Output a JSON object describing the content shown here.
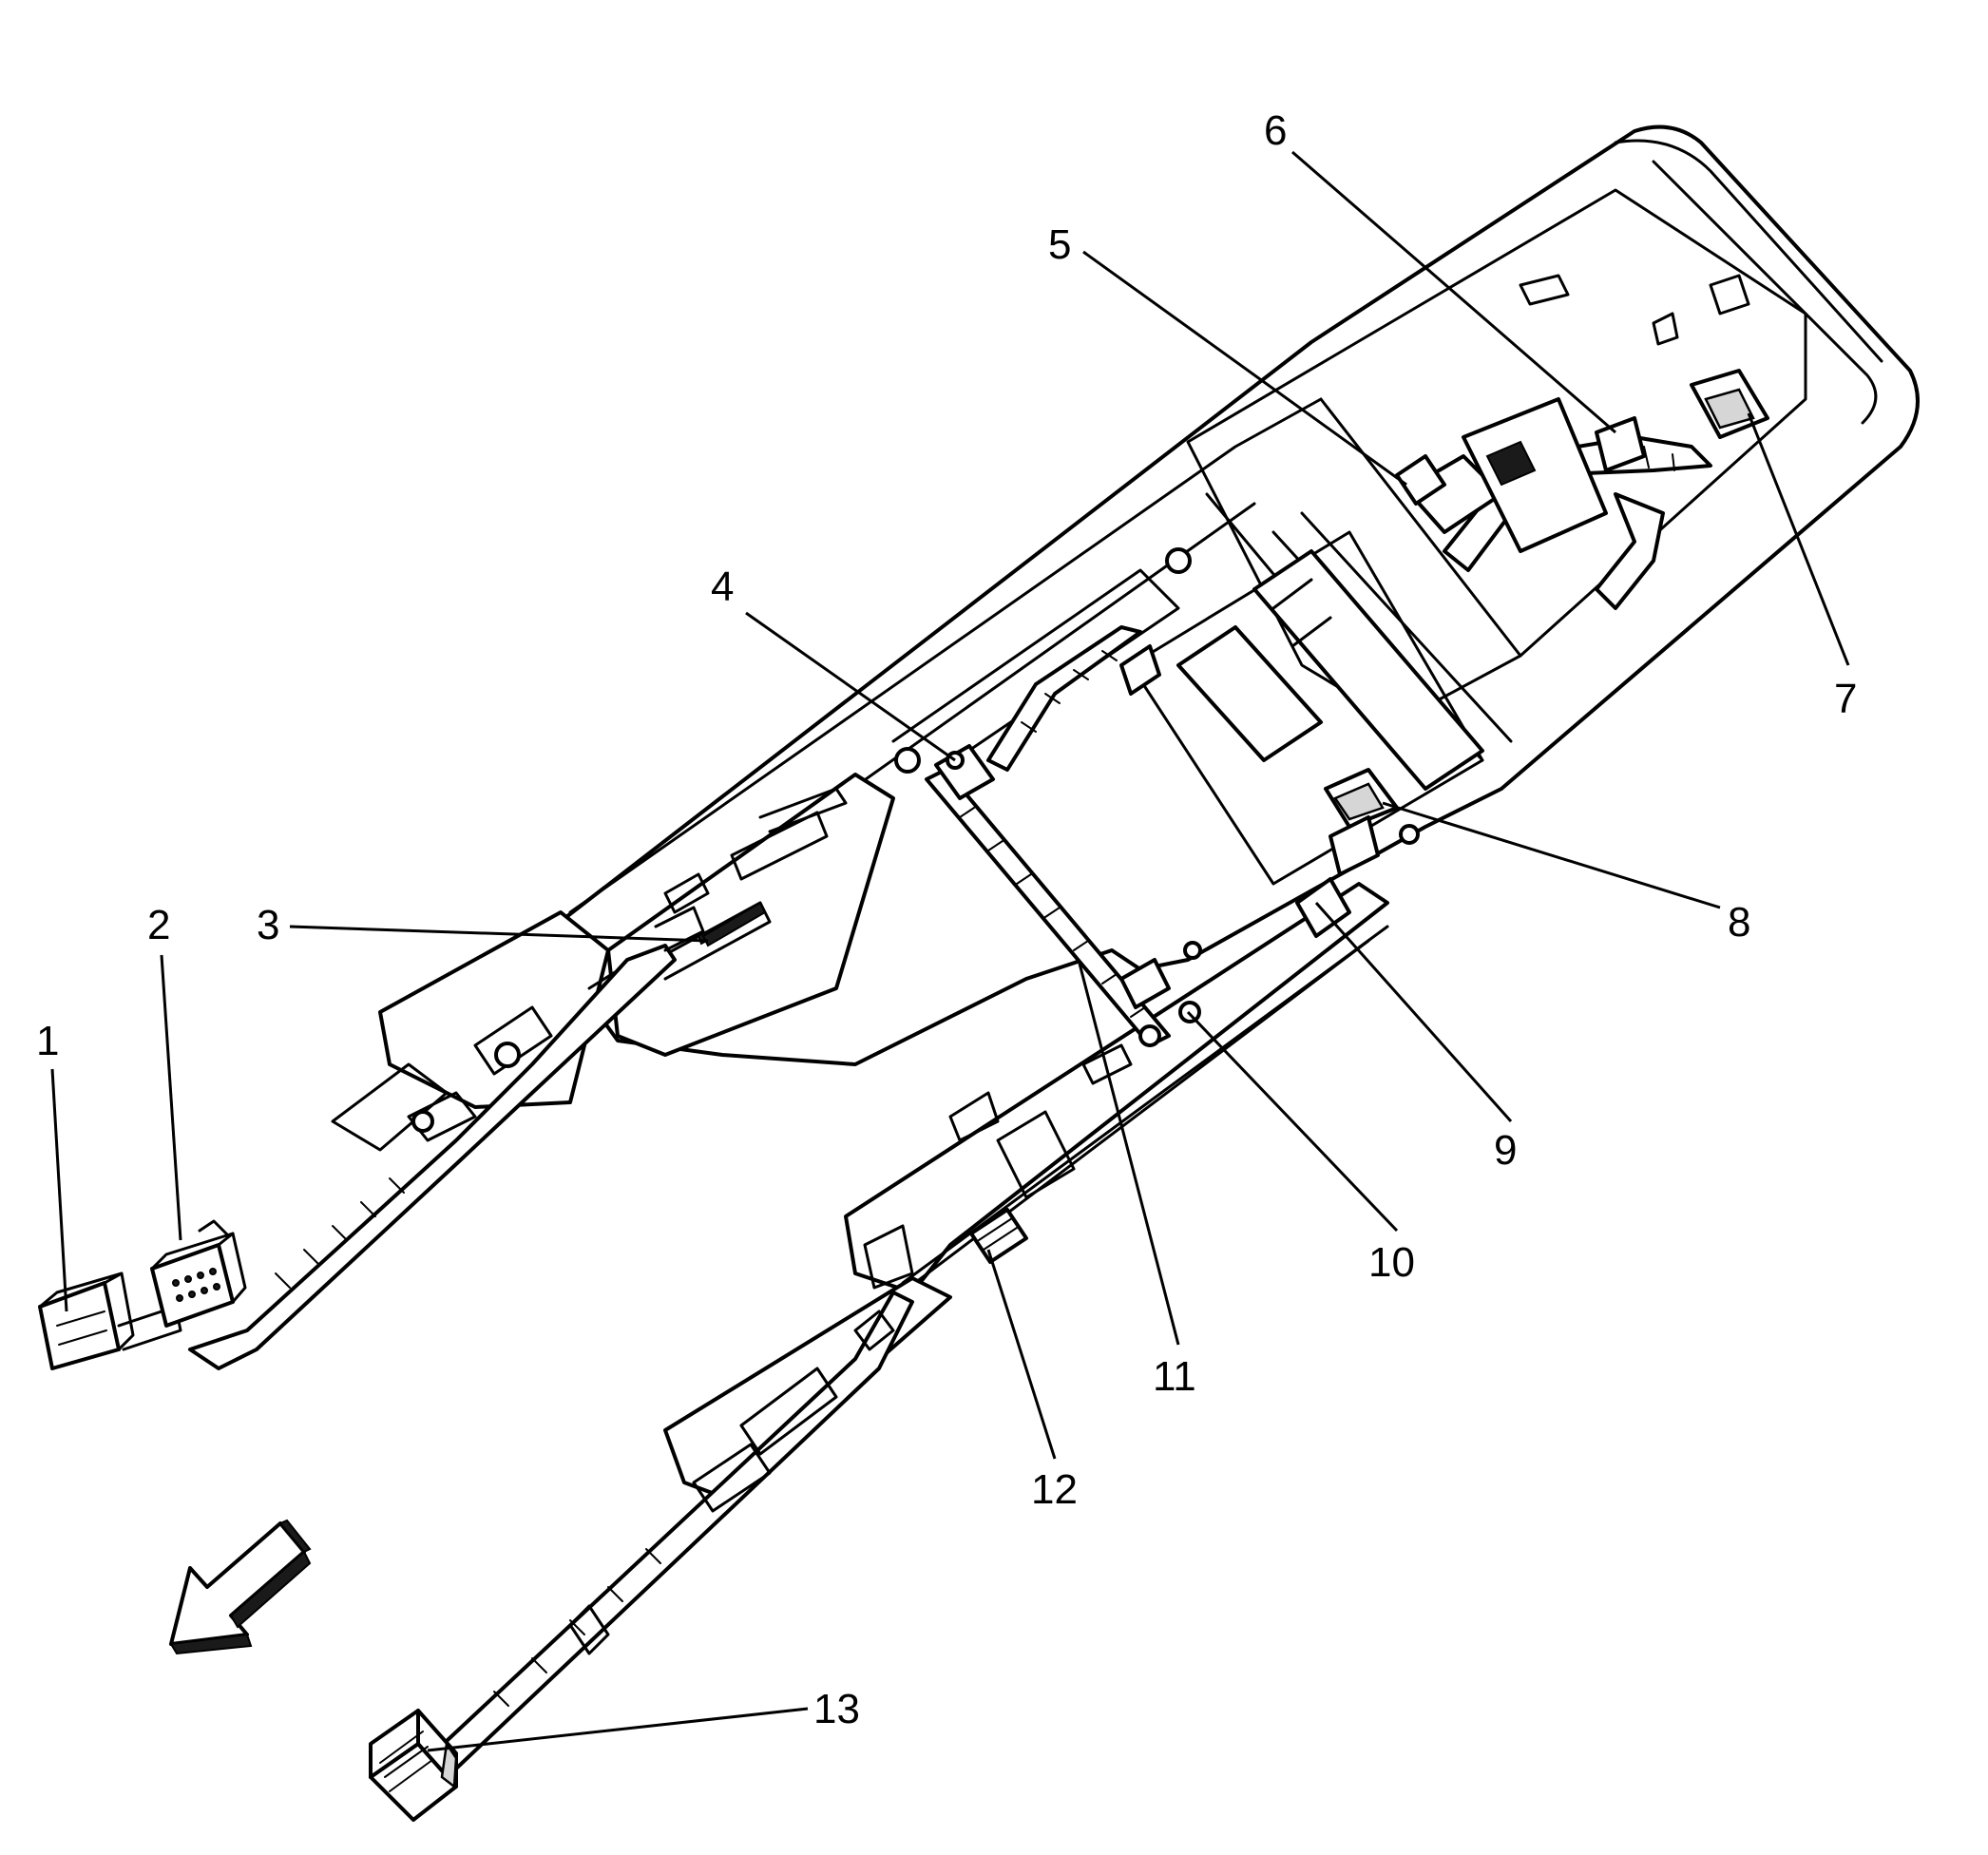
{
  "diagram": {
    "callouts": [
      {
        "id": "1",
        "label": "1"
      },
      {
        "id": "2",
        "label": "2"
      },
      {
        "id": "3",
        "label": "3"
      },
      {
        "id": "4",
        "label": "4"
      },
      {
        "id": "5",
        "label": "5"
      },
      {
        "id": "6",
        "label": "6"
      },
      {
        "id": "7",
        "label": "7"
      },
      {
        "id": "8",
        "label": "8"
      },
      {
        "id": "9",
        "label": "9"
      },
      {
        "id": "10",
        "label": "10"
      },
      {
        "id": "11",
        "label": "11"
      },
      {
        "id": "12",
        "label": "12"
      },
      {
        "id": "13",
        "label": "13"
      }
    ],
    "direction_arrow_icon": "arrow-down-left-icon",
    "colors": {
      "line": "#000000",
      "background": "#ffffff"
    }
  }
}
